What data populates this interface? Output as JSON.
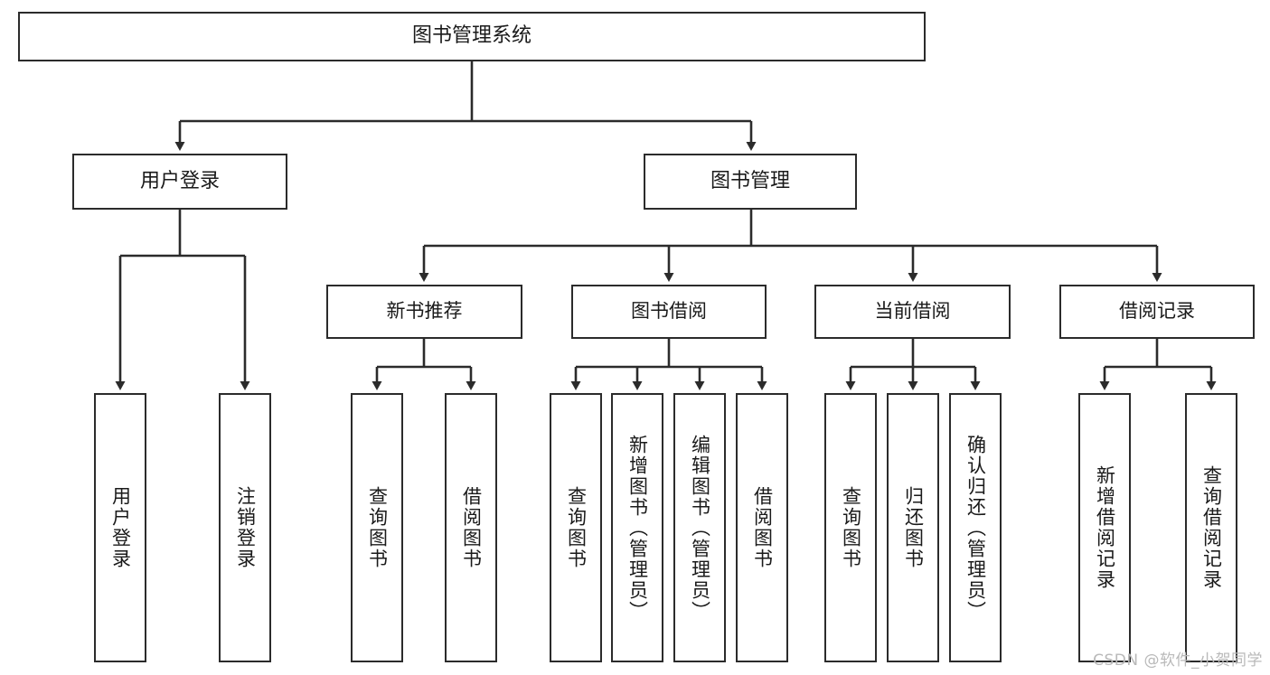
{
  "diagram": {
    "type": "tree",
    "title": "图书管理系统",
    "watermark": "CSDN @软件_小贺同学",
    "colors": {
      "stroke": "#2b2b2b",
      "fill": "#ffffff",
      "text": "#1a1a1a",
      "watermark": "#b9b9b9"
    },
    "root": {
      "label": "图书管理系统"
    },
    "level2": [
      {
        "id": "user-login",
        "label": "用户登录"
      },
      {
        "id": "book-manage",
        "label": "图书管理"
      }
    ],
    "level3": [
      {
        "id": "new-book-rec",
        "label": "新书推荐"
      },
      {
        "id": "book-borrow",
        "label": "图书借阅"
      },
      {
        "id": "current-borrow",
        "label": "当前借阅"
      },
      {
        "id": "borrow-record",
        "label": "借阅记录"
      }
    ],
    "leaves": {
      "user_login": [
        {
          "id": "leaf-user-login",
          "label": "用户登录"
        },
        {
          "id": "leaf-logout",
          "label": "注销登录"
        }
      ],
      "new_book_rec": [
        {
          "id": "leaf-query-book-1",
          "label": "查询图书"
        },
        {
          "id": "leaf-borrow-book-1",
          "label": "借阅图书"
        }
      ],
      "book_borrow": [
        {
          "id": "leaf-query-book-2",
          "label": "查询图书"
        },
        {
          "id": "leaf-add-book",
          "label": "新增图书（管理员）"
        },
        {
          "id": "leaf-edit-book",
          "label": "编辑图书（管理员）"
        },
        {
          "id": "leaf-borrow-book-2",
          "label": "借阅图书"
        }
      ],
      "current_borrow": [
        {
          "id": "leaf-query-book-3",
          "label": "查询图书"
        },
        {
          "id": "leaf-return-book",
          "label": "归还图书"
        },
        {
          "id": "leaf-confirm-return",
          "label": "确认归还（管理员）"
        }
      ],
      "borrow_record": [
        {
          "id": "leaf-add-record",
          "label": "新增借阅记录"
        },
        {
          "id": "leaf-query-record",
          "label": "查询借阅记录"
        }
      ]
    }
  }
}
